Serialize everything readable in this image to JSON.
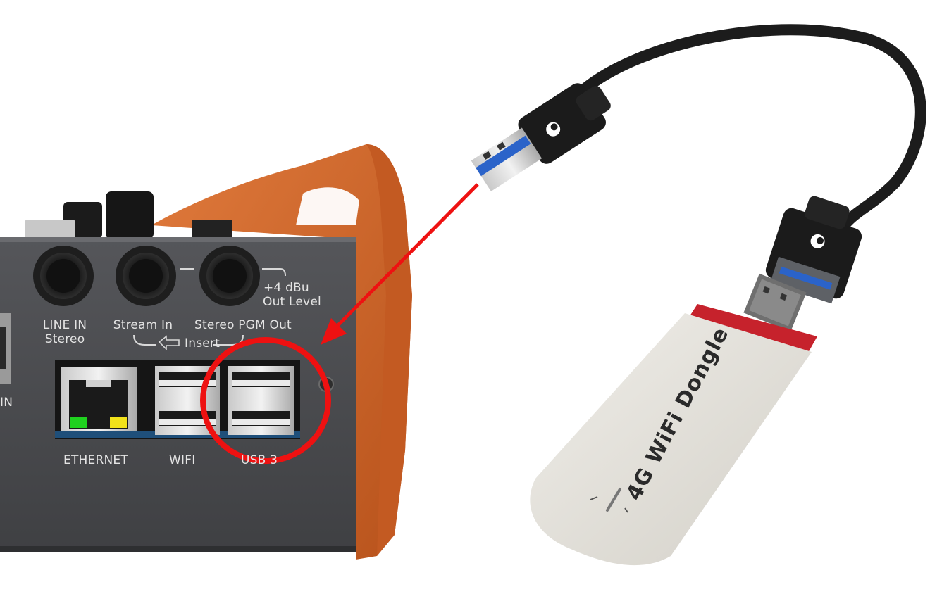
{
  "device": {
    "labels": {
      "line_in": "LINE IN",
      "line_in_sub": "Stereo",
      "stream_in": "Stream In",
      "stereo_pgm_out": "Stereo PGM Out",
      "insert": "Insert",
      "out_level_top": "+4 dBu",
      "out_level_bottom": "Out Level",
      "ethernet": "ETHERNET",
      "wifi": "WIFI",
      "usb": "USB 3",
      "left_edge": "IN"
    },
    "colors": {
      "panel": "#4b4b4e",
      "case_orange": "#d9682a",
      "led_green": "#1fd11f",
      "led_yellow": "#f2e21a"
    }
  },
  "annotation": {
    "color": "#ee1111",
    "shapes": [
      "red-arrow",
      "red-highlight-circle"
    ]
  },
  "dongle": {
    "brand_text": "4G WiFi Dongle",
    "body_color": "#e4e1da",
    "cap_color": "#c6222c"
  },
  "cable": {
    "color": "#1c1c1c",
    "usb_tongue_color": "#2b63c9"
  }
}
